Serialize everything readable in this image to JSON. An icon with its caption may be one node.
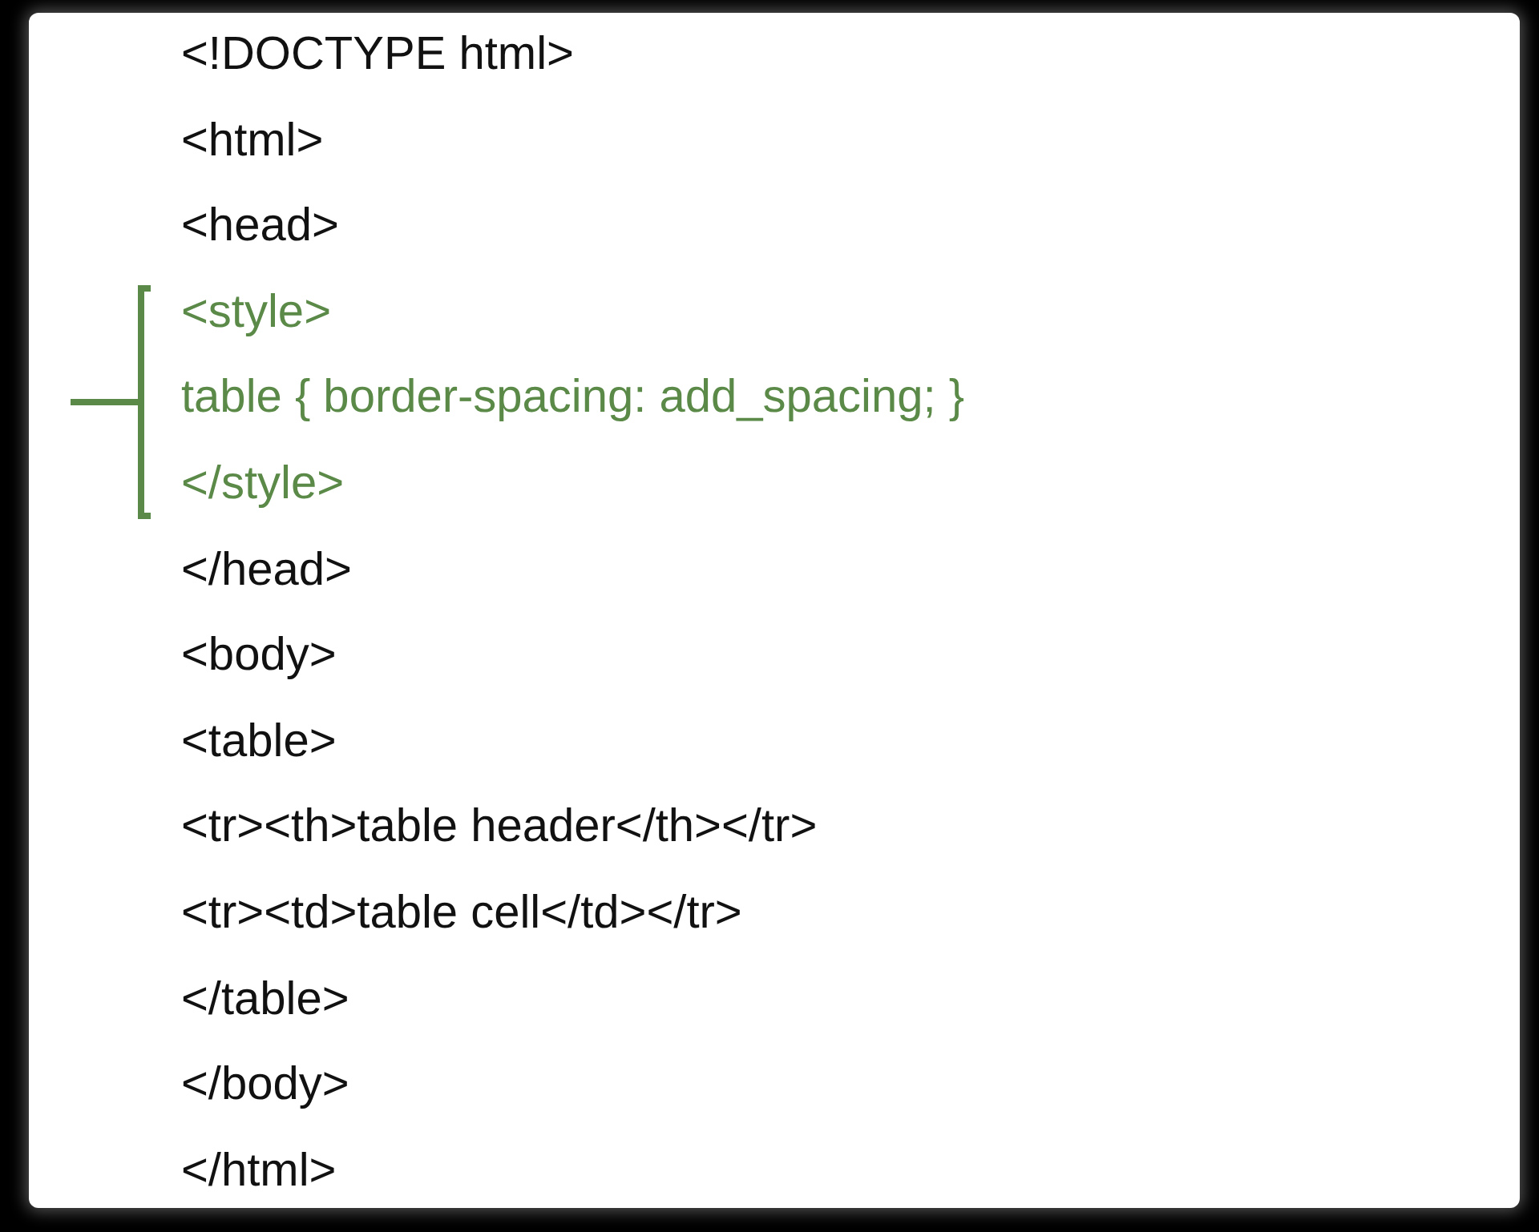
{
  "diagram": {
    "labels": [
      "<!DOCTYPE html>",
      "<html>",
      "<head>",
      "<style>",
      "table { border-spacing: add_spacing; }",
      "</style>",
      "</head>",
      "<body>",
      "<table>",
      "<tr><th>table header</th></tr>",
      "<tr><td>table cell</td></tr>",
      "</table>",
      "</body>",
      "</html>"
    ]
  }
}
